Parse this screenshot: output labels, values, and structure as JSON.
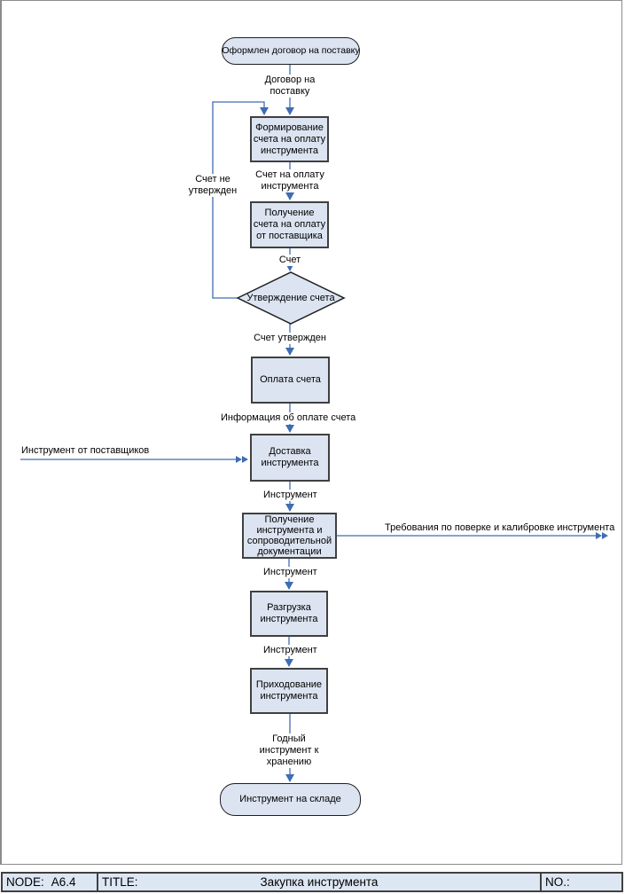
{
  "colors": {
    "node_fill": "#dce4f1",
    "process_border": "#404040",
    "terminal_border": "#1f1f1f",
    "arrow": "#3f6cb4",
    "footer_fill": "#dde6f3"
  },
  "flowchart": {
    "type": "flowchart",
    "nodes": [
      {
        "id": "start",
        "type": "terminal",
        "label": "Оформлен договор на поставку"
      },
      {
        "id": "form-invoice",
        "type": "process",
        "label": "Формирование счета на оплату инструмента"
      },
      {
        "id": "receive-invoice",
        "type": "process",
        "label": "Получение счета на оплату от поставщика"
      },
      {
        "id": "approve-invoice",
        "type": "decision",
        "label": "Утверждение счета"
      },
      {
        "id": "pay-invoice",
        "type": "process",
        "label": "Оплата счета"
      },
      {
        "id": "delivery",
        "type": "process",
        "label": "Доставка инструмента"
      },
      {
        "id": "receive-tool-docs",
        "type": "process",
        "label": "Получение инструмента и сопроводительной документации"
      },
      {
        "id": "unload",
        "type": "process",
        "label": "Разгрузка инструмента"
      },
      {
        "id": "book-tool",
        "type": "process",
        "label": "Приходование инструмента"
      },
      {
        "id": "end",
        "type": "terminal",
        "label": "Инструмент на складе"
      }
    ],
    "edge_labels": [
      "Договор на поставку",
      "Счет на оплату инструмента",
      "Счет не утвержден",
      "Счет",
      "Счет утвержден",
      "Информация об оплате счета",
      "Инструмент от поставщиков",
      "Инструмент",
      "Требования по поверке и калибровке инструмента",
      "Инструмент",
      "Инструмент",
      "Годный инструмент к хранению"
    ]
  },
  "footer": {
    "node_label": "NODE:",
    "node_value": "A6.4",
    "title_label": "TITLE:",
    "title": "Закупка инструмента",
    "no_label": "NO.:"
  }
}
